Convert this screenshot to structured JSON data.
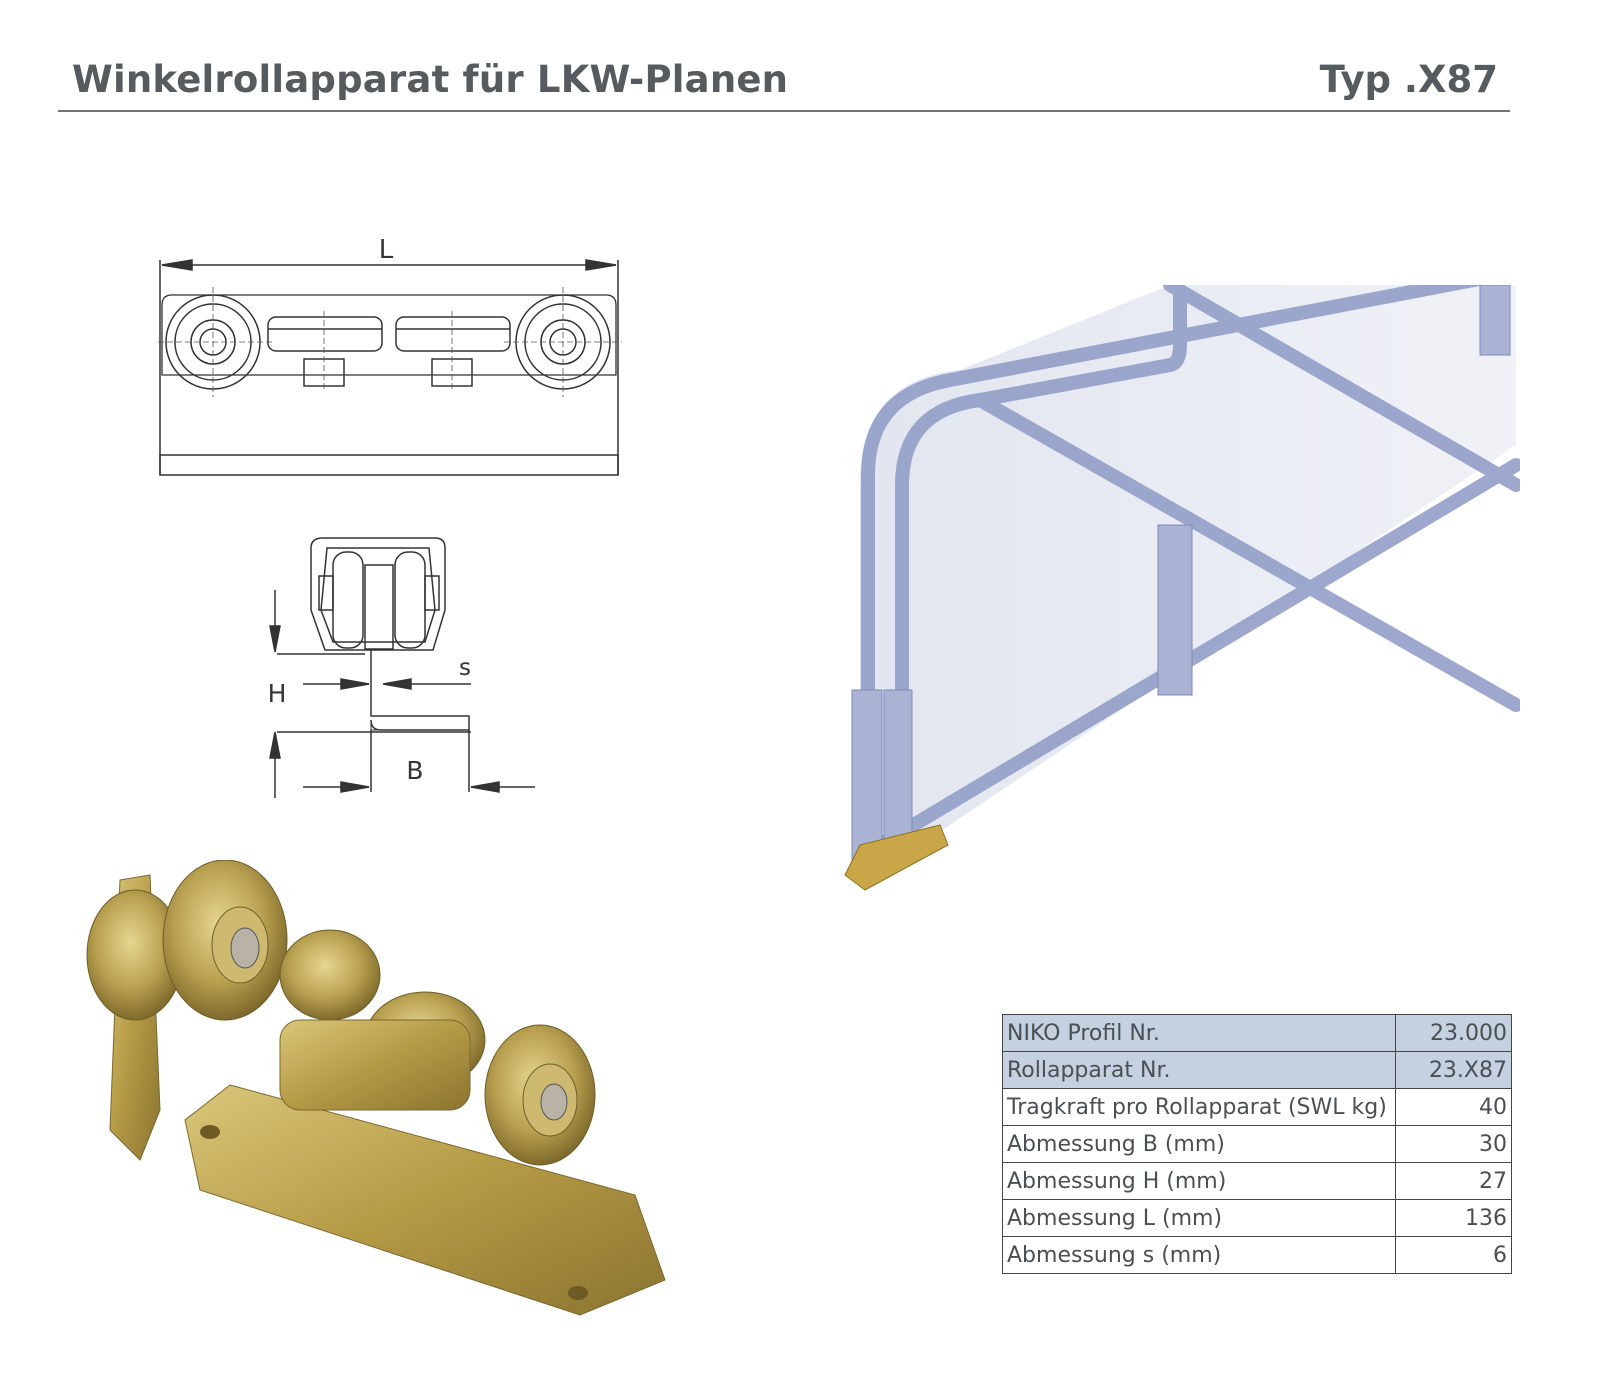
{
  "header": {
    "title": "Winkelrollapparat für LKW-Planen",
    "type": "Typ .X87"
  },
  "drawing": {
    "label_L": "L",
    "label_H": "H",
    "label_s": "s",
    "label_B": "B"
  },
  "spec_table": {
    "rows": [
      {
        "label": "NIKO Profil Nr.",
        "value": "23.000",
        "highlight": true
      },
      {
        "label": "Rollapparat Nr.",
        "value": "23.X87",
        "highlight": true
      },
      {
        "label": "Tragkraft pro Rollapparat (SWL kg)",
        "value": "40",
        "highlight": false
      },
      {
        "label": "Abmessung B (mm)",
        "value": "30",
        "highlight": false
      },
      {
        "label": "Abmessung H (mm)",
        "value": "27",
        "highlight": false
      },
      {
        "label": "Abmessung L (mm)",
        "value": "136",
        "highlight": false
      },
      {
        "label": "Abmessung s (mm)",
        "value": "6",
        "highlight": false
      }
    ]
  },
  "colors": {
    "highlight_row": "#c5d0e1",
    "brass": "#b9a04a",
    "frame_blue": "#8e9ac6"
  }
}
